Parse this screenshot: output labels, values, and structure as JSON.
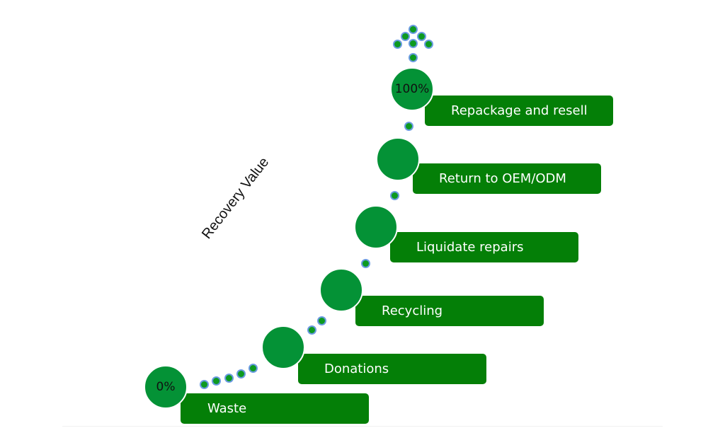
{
  "diagram": {
    "axis_label": "Recovery Value",
    "start_label": "0%",
    "end_label": "100%",
    "steps": [
      {
        "label": "Waste"
      },
      {
        "label": "Donations"
      },
      {
        "label": "Recycling"
      },
      {
        "label": "Liquidate repairs"
      },
      {
        "label": "Return to OEM/ODM"
      },
      {
        "label": "Repackage and resell"
      }
    ],
    "colors": {
      "step_box": "#047f07",
      "step_circle": "#049236",
      "dot_fill": "#0d9a20",
      "dot_ring": "#6a9be0"
    }
  }
}
